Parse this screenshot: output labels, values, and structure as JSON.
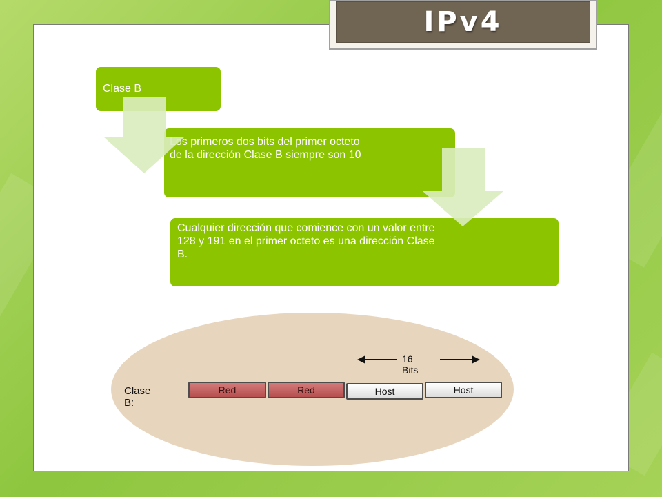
{
  "slide": {
    "title": "IPv4",
    "steps": [
      {
        "text": "Clase B"
      },
      {
        "text": "Los primeros dos bits del primer octeto de la dirección Clase B siempre son 10"
      },
      {
        "text": "Cualquier dirección que comience con un valor entre 128 y 191 en el primer octeto es una dirección Clase B."
      }
    ]
  },
  "diagram": {
    "class_label": "Clase B:",
    "bits_label": "16 Bits",
    "fields": [
      {
        "label": "Red",
        "kind": "network"
      },
      {
        "label": "Red",
        "kind": "network"
      },
      {
        "label": "Host",
        "kind": "host"
      },
      {
        "label": "Host",
        "kind": "host"
      }
    ]
  },
  "colors": {
    "step_fill": "#8cc500",
    "network_fill": "#c46262",
    "host_fill": "#ffffff",
    "ellipse_fill": "#e8d5bd",
    "title_fill": "#706453"
  }
}
